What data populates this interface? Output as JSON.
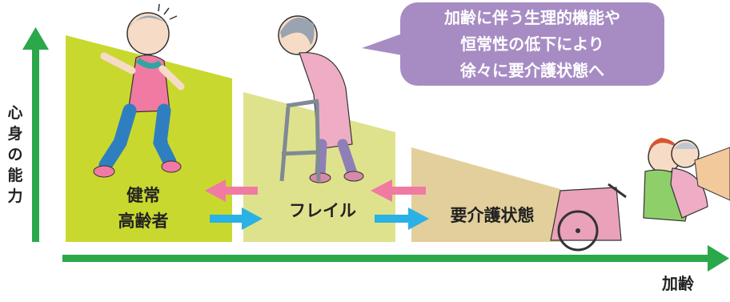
{
  "axes": {
    "y_label": "心身の能力",
    "x_label": "加齢"
  },
  "callout": {
    "lines": [
      "加齢に伴う生理的機能や",
      "恒常性の低下により",
      "徐々に要介護状態へ"
    ]
  },
  "stages": [
    {
      "id": "healthy",
      "label_lines": [
        "健常",
        "高齢者"
      ],
      "color": "#c9d82f"
    },
    {
      "id": "frail",
      "label_lines": [
        "フレイル"
      ],
      "color": "#dfe28c"
    },
    {
      "id": "care",
      "label_lines": [
        "要介護状態"
      ],
      "color": "#e3cf9c"
    }
  ],
  "colors": {
    "axis": "#2aa84a",
    "callout": "#a78cc4",
    "arrow_back": "#f07aa2",
    "arrow_forward": "#2ab1e5"
  }
}
